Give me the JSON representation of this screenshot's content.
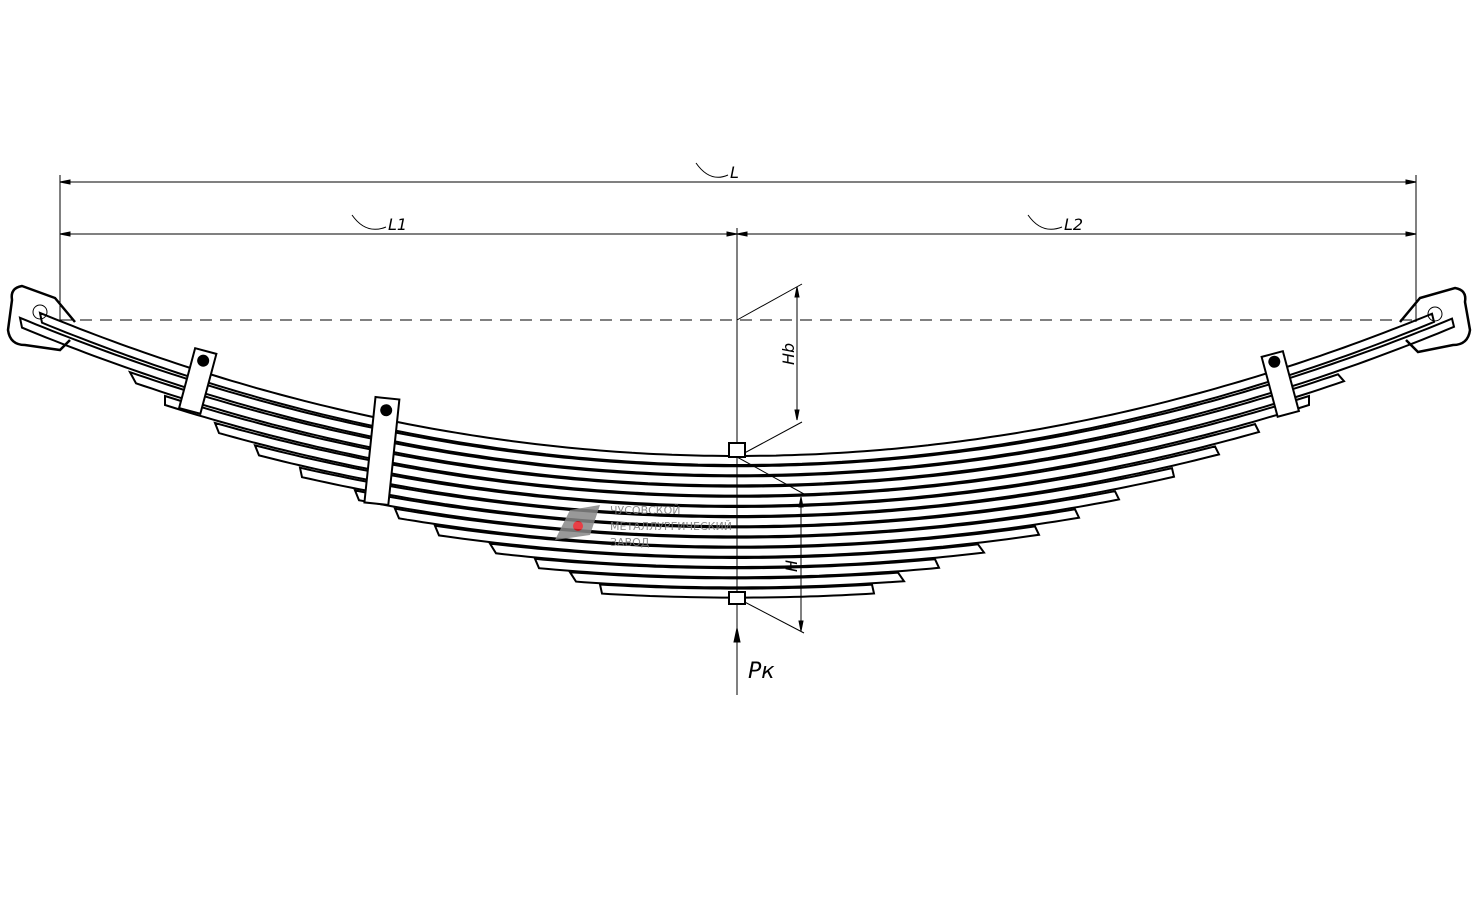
{
  "drawing": {
    "title": "Leaf spring",
    "labels": {
      "L": "L",
      "L1": "L1",
      "L2": "L2",
      "Hb": "Hb",
      "H": "H",
      "Pk": "Pк"
    },
    "leaf_count": 14,
    "watermark": {
      "line1": "ЧУСОВСКОЙ",
      "line2": "МЕТАЛЛУРГИЧЕСКИЙ",
      "line3": "ЗАВОД",
      "accent": "#e41e26"
    }
  }
}
